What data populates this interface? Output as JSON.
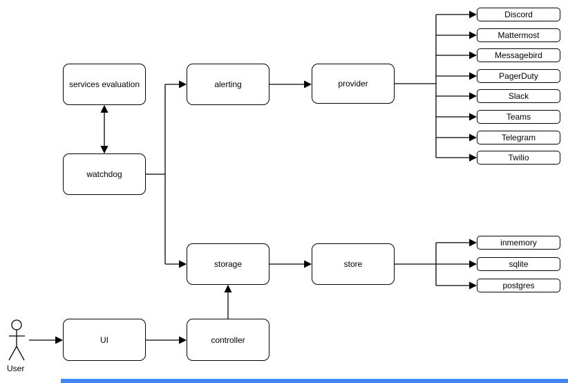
{
  "diagram": {
    "nodes": {
      "services_evaluation": "services evaluation",
      "watchdog": "watchdog",
      "alerting": "alerting",
      "provider": "provider",
      "storage": "storage",
      "store": "store",
      "ui": "UI",
      "controller": "controller"
    },
    "provider_leaves": [
      "Discord",
      "Mattermost",
      "Messagebird",
      "PagerDuty",
      "Slack",
      "Teams",
      "Telegram",
      "Twilio"
    ],
    "store_leaves": [
      "inmemory",
      "sqlite",
      "postgres"
    ],
    "actor": {
      "label": "User"
    },
    "colors": {
      "stroke": "#000000",
      "node_fill": "#ffffff",
      "background": "#ffffff",
      "bottom_bar": "#4285f4"
    }
  }
}
